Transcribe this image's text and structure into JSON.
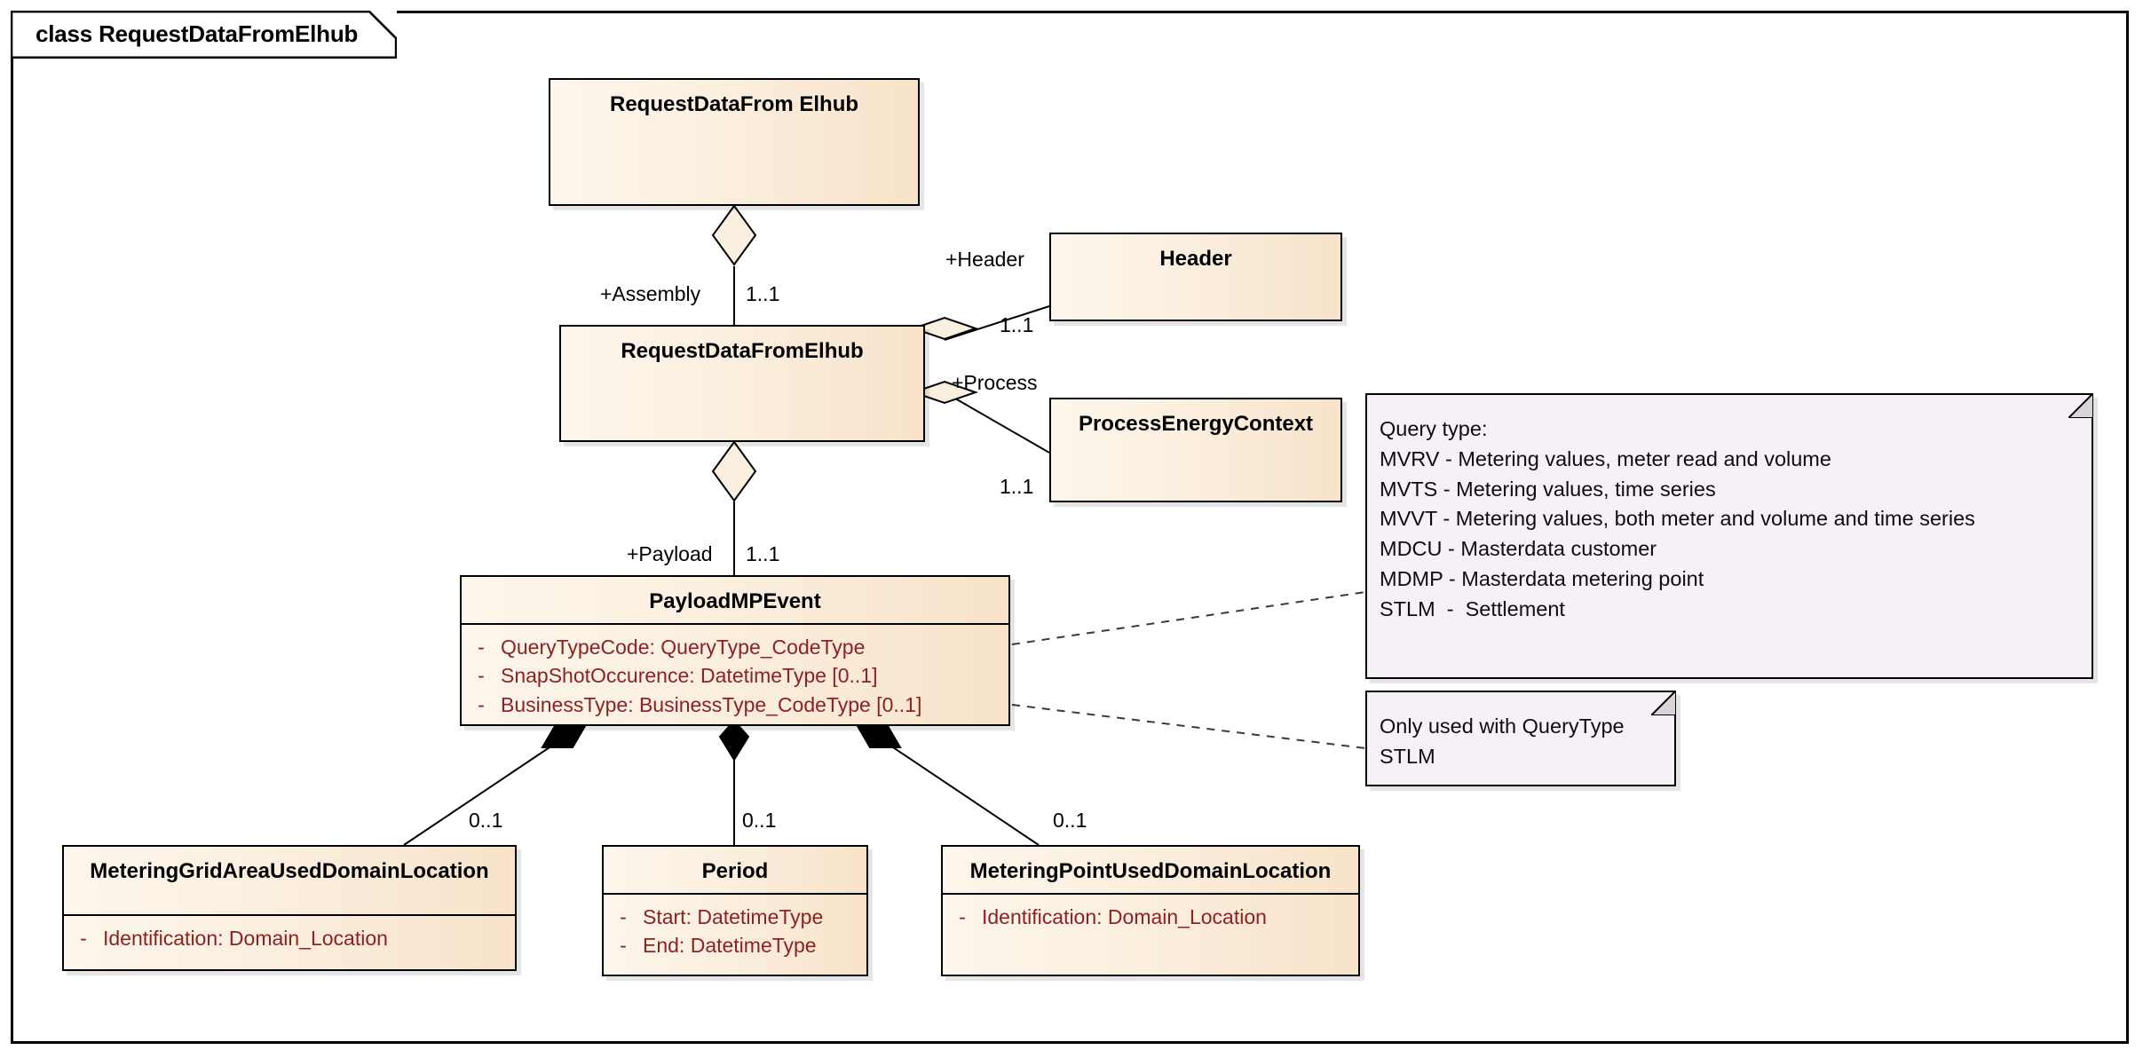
{
  "frame": {
    "tab_label": "class RequestDataFromElhub"
  },
  "classes": {
    "request_data_from_elhub_root": {
      "name": "RequestDataFrom Elhub",
      "attributes": []
    },
    "request_data_from_elhub": {
      "name": "RequestDataFromElhub",
      "attributes": []
    },
    "header": {
      "name": "Header",
      "attributes": []
    },
    "process_energy_context": {
      "name": "ProcessEnergyContext",
      "attributes": []
    },
    "payload_mp_event": {
      "name": "PayloadMPEvent",
      "attributes": [
        {
          "visibility": "-",
          "signature": "QueryTypeCode: QueryType_CodeType"
        },
        {
          "visibility": "-",
          "signature": "SnapShotOccurence: DatetimeType [0..1]"
        },
        {
          "visibility": "-",
          "signature": "BusinessType: BusinessType_CodeType [0..1]"
        }
      ]
    },
    "metering_grid_area_used_domain_location": {
      "name": "MeteringGridAreaUsedDomainLocation",
      "attributes": [
        {
          "visibility": "-",
          "signature": "Identification: Domain_Location"
        }
      ]
    },
    "period": {
      "name": "Period",
      "attributes": [
        {
          "visibility": "-",
          "signature": "Start: DatetimeType"
        },
        {
          "visibility": "-",
          "signature": "End: DatetimeType"
        }
      ]
    },
    "metering_point_used_domain_location": {
      "name": "MeteringPointUsedDomainLocation",
      "attributes": [
        {
          "visibility": "-",
          "signature": "Identification: Domain_Location"
        }
      ]
    }
  },
  "notes": {
    "query_type": {
      "lines": [
        "Query type:",
        "MVRV - Metering values, meter read and volume",
        "MVTS - Metering values, time series",
        "MVVT - Metering values, both meter and volume and time series",
        "MDCU - Masterdata customer",
        "MDMP - Masterdata metering point",
        "STLM  -  Settlement"
      ],
      "text": "Query type:\nMVRV - Metering values, meter read and volume\nMVTS - Metering values, time series\nMVVT - Metering values, both meter and volume and time series\nMDCU - Masterdata customer\nMDMP - Masterdata metering point\nSTLM  -  Settlement"
    },
    "business_type": {
      "lines": [
        "Only used with QueryType",
        "STLM"
      ],
      "text": "Only used with QueryType\nSTLM"
    }
  },
  "edges": {
    "assembly_role": "+Assembly",
    "assembly_mult": "1..1",
    "header_role": "+Header",
    "header_mult": "1..1",
    "process_role": "+Process",
    "process_mult": "1..1",
    "payload_role": "+Payload",
    "payload_mult": "1..1",
    "grid_area_mult": "0..1",
    "period_mult": "0..1",
    "metering_point_mult": "0..1"
  },
  "colors": {
    "class_fill_light": "#fdf6ec",
    "class_fill_dark": "#f8e3ca",
    "class_border": "#000000",
    "attribute_text": "#8e2222",
    "note_fill": "#f6f1f6",
    "frame_border": "#000000",
    "page_background": "#ffffff"
  }
}
